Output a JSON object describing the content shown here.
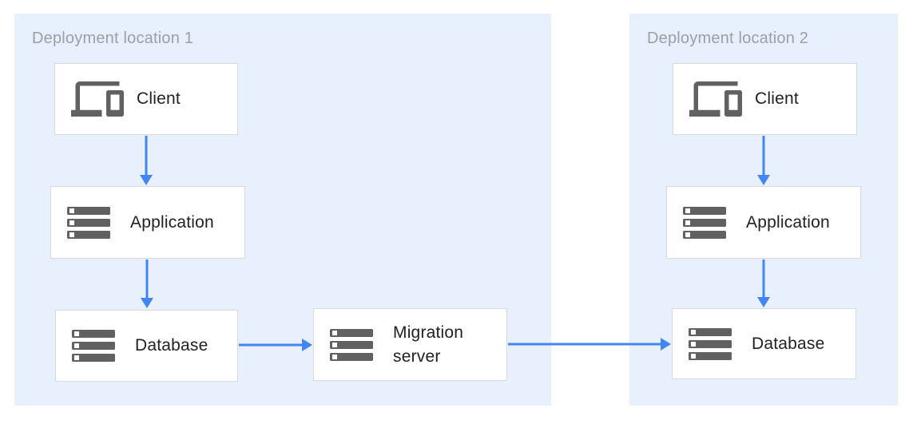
{
  "regions": [
    {
      "label": "Deployment location 1",
      "nodes": [
        {
          "id": "client-1",
          "label": "Client",
          "icon": "devices-icon"
        },
        {
          "id": "application-1",
          "label": "Application",
          "icon": "server-icon"
        },
        {
          "id": "database-1",
          "label": "Database",
          "icon": "server-icon"
        }
      ]
    },
    {
      "label": "Deployment location 2",
      "nodes": [
        {
          "id": "client-2",
          "label": "Client",
          "icon": "devices-icon"
        },
        {
          "id": "application-2",
          "label": "Application",
          "icon": "server-icon"
        },
        {
          "id": "database-2",
          "label": "Database",
          "icon": "server-icon"
        }
      ]
    }
  ],
  "migration_server": {
    "label": "Migration server",
    "icon": "server-icon"
  },
  "connections": [
    {
      "from": "client-1",
      "to": "application-1",
      "direction": "down"
    },
    {
      "from": "application-1",
      "to": "database-1",
      "direction": "down"
    },
    {
      "from": "database-1",
      "to": "migration-server",
      "direction": "right"
    },
    {
      "from": "migration-server",
      "to": "database-2",
      "direction": "right"
    },
    {
      "from": "client-2",
      "to": "application-2",
      "direction": "down"
    },
    {
      "from": "application-2",
      "to": "database-2",
      "direction": "down"
    }
  ],
  "colors": {
    "region_bg": "#e8f0fe",
    "node_bg": "#ffffff",
    "node_border": "#d9d9d9",
    "arrow_blue": "#4285f4",
    "icon_gray": "#616161",
    "region_label_gray": "#9aa0a6",
    "node_text": "#212121"
  }
}
